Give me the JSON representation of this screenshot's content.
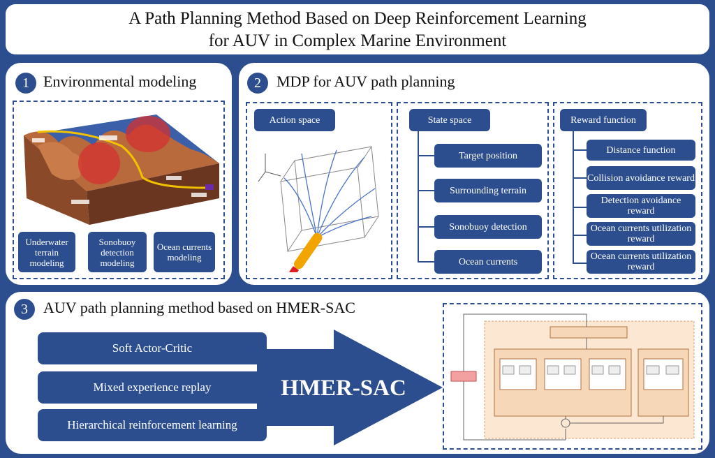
{
  "title": {
    "line1": "A Path Planning Method Based on Deep Reinforcement Learning",
    "line2": "for AUV in Complex Marine Environment"
  },
  "section1": {
    "number": "1",
    "title": "Environmental modeling",
    "boxes": [
      "Underwater terrain modeling",
      "Sonobuoy detection modeling",
      "Ocean currents modeling"
    ]
  },
  "section2": {
    "number": "2",
    "title": "MDP for AUV path planning",
    "action_space": "Action space",
    "state_space": {
      "label": "State space",
      "items": [
        "Target position",
        "Surrounding terrain",
        "Sonobuoy detection",
        "Ocean currents"
      ]
    },
    "reward_function": {
      "label": "Reward function",
      "items": [
        "Distance function",
        "Collision avoidance reward",
        "Detection avoidance reward",
        "Ocean currents utilization reward",
        "Ocean currents utilization reward"
      ]
    }
  },
  "section3": {
    "number": "3",
    "title": "AUV path planning method based on HMER-SAC",
    "methods": [
      "Soft Actor-Critic",
      "Mixed experience replay",
      "Hierarchical reinforcement learning"
    ],
    "arrow_label": "HMER-SAC"
  },
  "colors": {
    "background": "#2c4e8f",
    "panel": "#ffffff",
    "accent_orange": "#f6d8b8"
  }
}
